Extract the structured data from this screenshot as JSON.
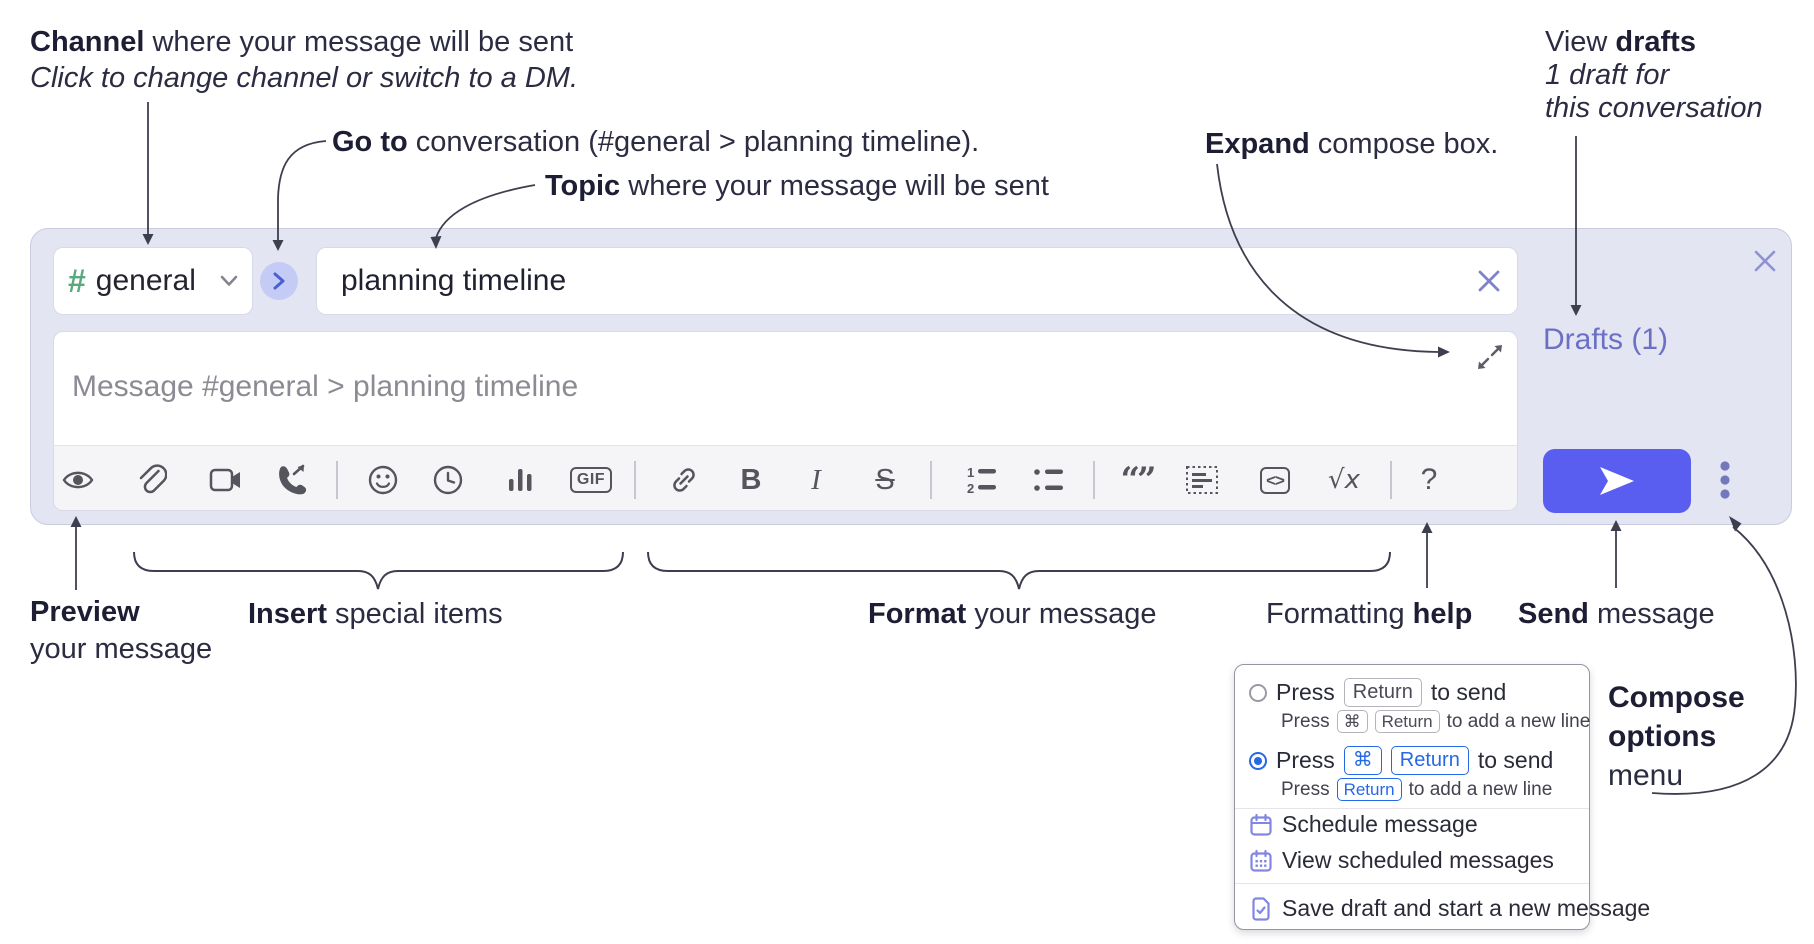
{
  "annotations": {
    "channel_line1_bold": "Channel",
    "channel_line1_rest": " where your message will be sent",
    "channel_line2": "Click to change channel or switch to a DM.",
    "goto_bold": "Go to",
    "goto_rest": " conversation (#general > planning timeline).",
    "topic_bold": "Topic",
    "topic_rest": " where your message will be sent",
    "expand_bold": "Expand",
    "expand_rest": " compose box.",
    "drafts_line1_pre": "View ",
    "drafts_line1_bold": "drafts",
    "drafts_line2": "1 draft for",
    "drafts_line3": "this conversation",
    "preview_bold": "Preview",
    "preview_line2": "your message",
    "insert_bold": "Insert",
    "insert_rest": " special items",
    "format_bold": "Format",
    "format_rest": " your message",
    "help_pre": "Formatting ",
    "help_bold": "help",
    "send_bold": "Send",
    "send_rest": " message",
    "compose_line1": "Compose",
    "compose_line2": "options",
    "compose_line3": "menu"
  },
  "composer": {
    "channel_hash": "#",
    "channel_name": "general",
    "topic_value": "planning timeline",
    "message_placeholder": "Message #general > planning timeline",
    "drafts_label": "Drafts (1)",
    "toolbar": {
      "gif": "GIF",
      "bold": "B",
      "italic": "I",
      "strike": "S",
      "code": "<>",
      "math": "√x",
      "help": "?",
      "quote": "“”"
    }
  },
  "menu": {
    "opt1_press": "Press",
    "opt1_key": "Return",
    "opt1_suffix": "to send",
    "opt1_sub_press": "Press",
    "opt1_sub_key1": "⌘",
    "opt1_sub_key2": "Return",
    "opt1_sub_suffix": "to add a new line",
    "opt2_press": "Press",
    "opt2_key1": "⌘",
    "opt2_key2": "Return",
    "opt2_suffix": "to send",
    "opt2_sub_press": "Press",
    "opt2_sub_key": "Return",
    "opt2_sub_suffix": "to add a new line",
    "item_schedule": "Schedule message",
    "item_view_scheduled": "View scheduled messages",
    "item_save_draft": "Save draft and start a new message"
  },
  "colors": {
    "send_accent": "#5a5ef0",
    "composer_bg": "#e3e5f3",
    "hash_green": "#58a97b",
    "drafts_link": "#6b70c4",
    "key_blue": "#2569e6"
  }
}
